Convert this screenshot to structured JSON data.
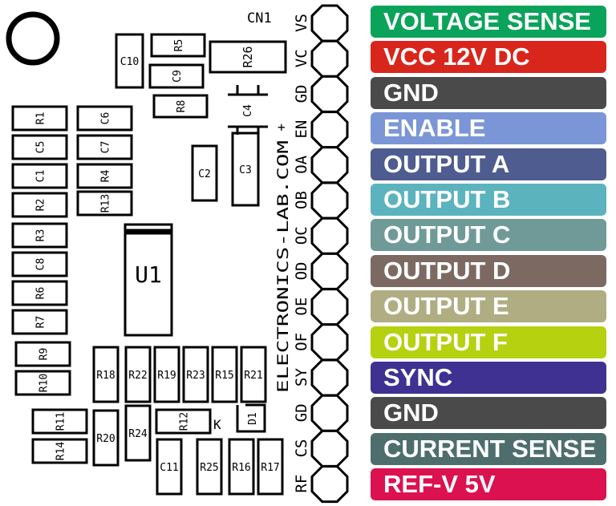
{
  "board": {
    "connector_label": "CN1",
    "vertical_text": "ELECTRONICS-LAB.COM",
    "chip_label": "U1",
    "diode_label": "D1",
    "diode_k": "K",
    "plus_sign": "+"
  },
  "pins": [
    {
      "code": "VS",
      "label": "VOLTAGE SENSE",
      "color": "#0aa35a"
    },
    {
      "code": "VC",
      "label": "VCC 12V DC",
      "color": "#d9261c"
    },
    {
      "code": "GD",
      "label": "GND",
      "color": "#4a4a4a"
    },
    {
      "code": "EN",
      "label": "ENABLE",
      "color": "#7b96d6"
    },
    {
      "code": "OA",
      "label": "OUTPUT A",
      "color": "#4e5c8f"
    },
    {
      "code": "OB",
      "label": "OUTPUT B",
      "color": "#5bb3be"
    },
    {
      "code": "OC",
      "label": "OUTPUT C",
      "color": "#6f9a98"
    },
    {
      "code": "OD",
      "label": "OUTPUT D",
      "color": "#7c6a62"
    },
    {
      "code": "OE",
      "label": "OUTPUT E",
      "color": "#b0ad82"
    },
    {
      "code": "OF",
      "label": "OUTPUT F",
      "color": "#b6d10f"
    },
    {
      "code": "SY",
      "label": "SYNC",
      "color": "#3e3191"
    },
    {
      "code": "GD",
      "label": "GND",
      "color": "#4a4a4a"
    },
    {
      "code": "CS",
      "label": "CURRENT SENSE",
      "color": "#4d6e6d"
    },
    {
      "code": "RF",
      "label": "REF-V 5V",
      "color": "#dc1150"
    }
  ],
  "components": {
    "horizontal": [
      "R5",
      "C9",
      "R8",
      "R1",
      "C6",
      "C5",
      "C7",
      "C1",
      "R4",
      "R2",
      "R13",
      "R3",
      "C8",
      "R6",
      "R7",
      "R9",
      "R10",
      "R11",
      "R14",
      "R12"
    ],
    "vertical": [
      "C10",
      "R26",
      "C4",
      "C2",
      "C3",
      "R18",
      "R22",
      "R19",
      "R23",
      "R15",
      "R21",
      "R20",
      "R24",
      "C11",
      "R25",
      "R16",
      "R17"
    ]
  }
}
